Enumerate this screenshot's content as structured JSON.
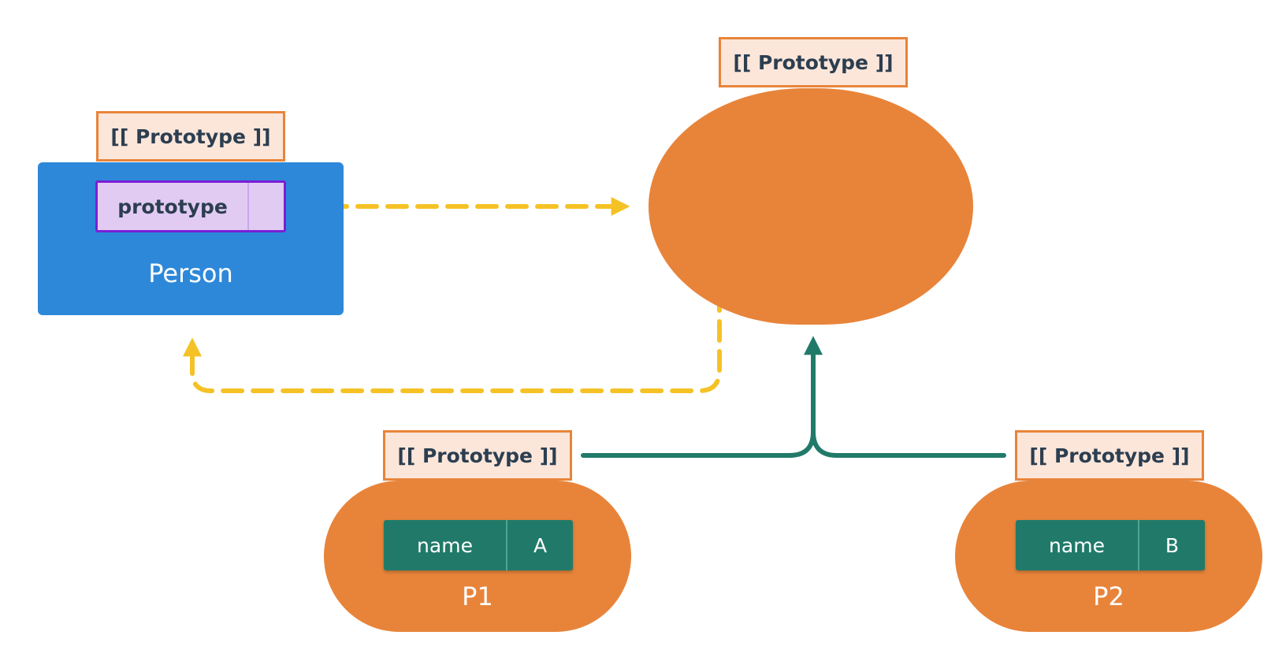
{
  "colors": {
    "orange": "#e8843a",
    "tag_fill": "#fce6da",
    "blue": "#2d88d9",
    "purple_border": "#7a1fd6",
    "purple_fill": "#e2cbf3",
    "teal": "#217a69",
    "yellow": "#f5c226",
    "text_dark": "#2c3e50"
  },
  "prototype_object": {
    "tag": "[[ Prototype ]]"
  },
  "person": {
    "tag": "[[ Prototype ]]",
    "label": "Person",
    "slot_key": "prototype"
  },
  "instances": [
    {
      "tag": "[[ Prototype ]]",
      "label": "P1",
      "field_key": "name",
      "field_value": "A"
    },
    {
      "tag": "[[ Prototype ]]",
      "label": "P2",
      "field_key": "name",
      "field_value": "B"
    }
  ]
}
